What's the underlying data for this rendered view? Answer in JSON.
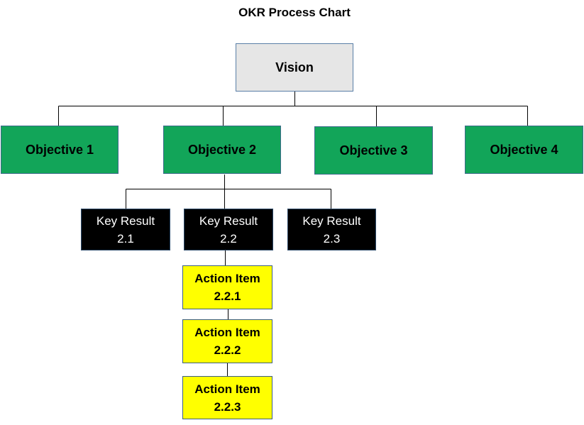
{
  "title": "OKR Process Chart",
  "colors": {
    "vision_fill": "#e6e6e6",
    "objective_fill": "#12a559",
    "key_result_fill": "#000000",
    "action_item_fill": "#ffff00"
  },
  "vision": {
    "label": "Vision"
  },
  "objectives": [
    {
      "label": "Objective 1"
    },
    {
      "label": "Objective 2"
    },
    {
      "label": "Objective 3"
    },
    {
      "label": "Objective 4"
    }
  ],
  "key_results": [
    {
      "line1": "Key Result",
      "line2": "2.1"
    },
    {
      "line1": "Key Result",
      "line2": "2.2"
    },
    {
      "line1": "Key Result",
      "line2": "2.3"
    }
  ],
  "action_items": [
    {
      "line1": "Action Item",
      "line2": "2.2.1"
    },
    {
      "line1": "Action Item",
      "line2": "2.2.2"
    },
    {
      "line1": "Action Item",
      "line2": "2.2.3"
    }
  ]
}
